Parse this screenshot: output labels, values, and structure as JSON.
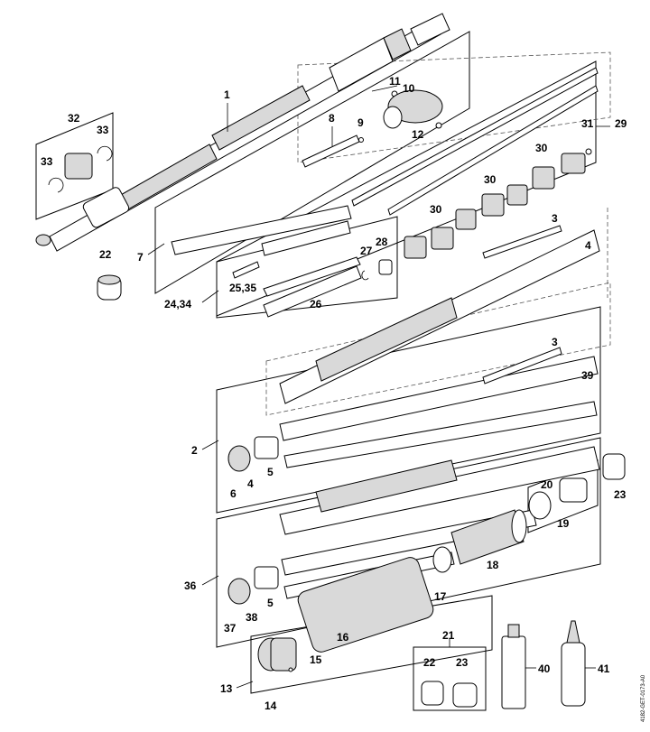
{
  "drawing_code": "4182-GET-0173-A0",
  "callouts": [
    {
      "id": "c1",
      "text": "1"
    },
    {
      "id": "c2",
      "text": "2"
    },
    {
      "id": "c3a",
      "text": "3"
    },
    {
      "id": "c3b",
      "text": "3"
    },
    {
      "id": "c4a",
      "text": "4"
    },
    {
      "id": "c4b",
      "text": "4"
    },
    {
      "id": "c5a",
      "text": "5"
    },
    {
      "id": "c5b",
      "text": "5"
    },
    {
      "id": "c6",
      "text": "6"
    },
    {
      "id": "c7",
      "text": "7"
    },
    {
      "id": "c8",
      "text": "8"
    },
    {
      "id": "c9",
      "text": "9"
    },
    {
      "id": "c10",
      "text": "10"
    },
    {
      "id": "c11",
      "text": "11"
    },
    {
      "id": "c12",
      "text": "12"
    },
    {
      "id": "c13",
      "text": "13"
    },
    {
      "id": "c14",
      "text": "14"
    },
    {
      "id": "c15",
      "text": "15"
    },
    {
      "id": "c16",
      "text": "16"
    },
    {
      "id": "c17",
      "text": "17"
    },
    {
      "id": "c18",
      "text": "18"
    },
    {
      "id": "c19",
      "text": "19"
    },
    {
      "id": "c20",
      "text": "20"
    },
    {
      "id": "c21",
      "text": "21"
    },
    {
      "id": "c22a",
      "text": "22"
    },
    {
      "id": "c22b",
      "text": "22"
    },
    {
      "id": "c23a",
      "text": "23"
    },
    {
      "id": "c23b",
      "text": "23"
    },
    {
      "id": "c2435",
      "text": "24,34"
    },
    {
      "id": "c2535",
      "text": "25,35"
    },
    {
      "id": "c26",
      "text": "26"
    },
    {
      "id": "c27",
      "text": "27"
    },
    {
      "id": "c28",
      "text": "28"
    },
    {
      "id": "c29",
      "text": "29"
    },
    {
      "id": "c30a",
      "text": "30"
    },
    {
      "id": "c30b",
      "text": "30"
    },
    {
      "id": "c30c",
      "text": "30"
    },
    {
      "id": "c31",
      "text": "31"
    },
    {
      "id": "c32",
      "text": "32"
    },
    {
      "id": "c33a",
      "text": "33"
    },
    {
      "id": "c33b",
      "text": "33"
    },
    {
      "id": "c36",
      "text": "36"
    },
    {
      "id": "c37",
      "text": "37"
    },
    {
      "id": "c38",
      "text": "38"
    },
    {
      "id": "c39",
      "text": "39"
    },
    {
      "id": "c40",
      "text": "40"
    },
    {
      "id": "c41",
      "text": "41"
    }
  ]
}
